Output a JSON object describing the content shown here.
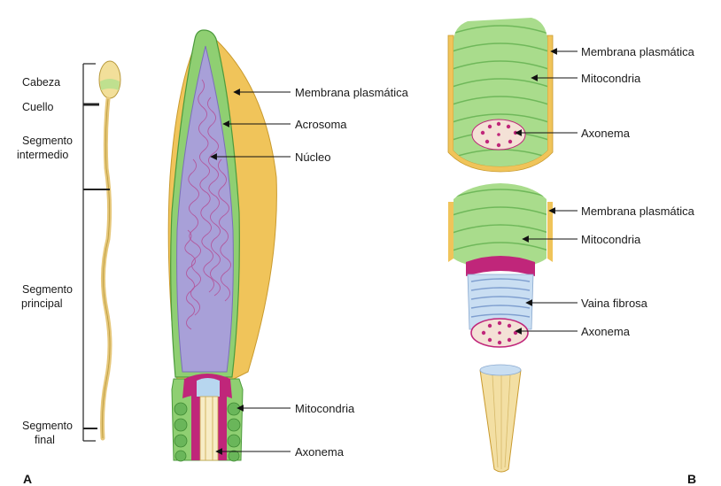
{
  "left_labels": {
    "cabeza": "Cabeza",
    "cuello": "Cuello",
    "segmento_intermedio": [
      "Segmento",
      "intermedio"
    ],
    "segmento_principal": [
      "Segmento",
      "principal"
    ],
    "segmento_final": [
      "Segmento",
      "final"
    ]
  },
  "head_labels": {
    "membrana": "Membrana plasmática",
    "acrosoma": "Acrosoma",
    "nucleo": "Núcleo",
    "mitocondria": "Mitocondria",
    "axonema": "Axonema"
  },
  "b_labels": {
    "membrana_1": "Membrana plasmática",
    "mitocondria_1": "Mitocondria",
    "axonema_1": "Axonema",
    "membrana_2": "Membrana plasmática",
    "mitocondria_2": "Mitocondria",
    "vaina": "Vaina fibrosa",
    "axonema_2": "Axonema"
  },
  "panels": {
    "a": "A",
    "b": "B"
  },
  "colors": {
    "yellow": "#f0c45a",
    "green": "#8fcf72",
    "dark_green": "#5aa84a",
    "purple": "#a8a0d8",
    "magenta": "#c0267a",
    "light_blue": "#b7d6ef"
  }
}
